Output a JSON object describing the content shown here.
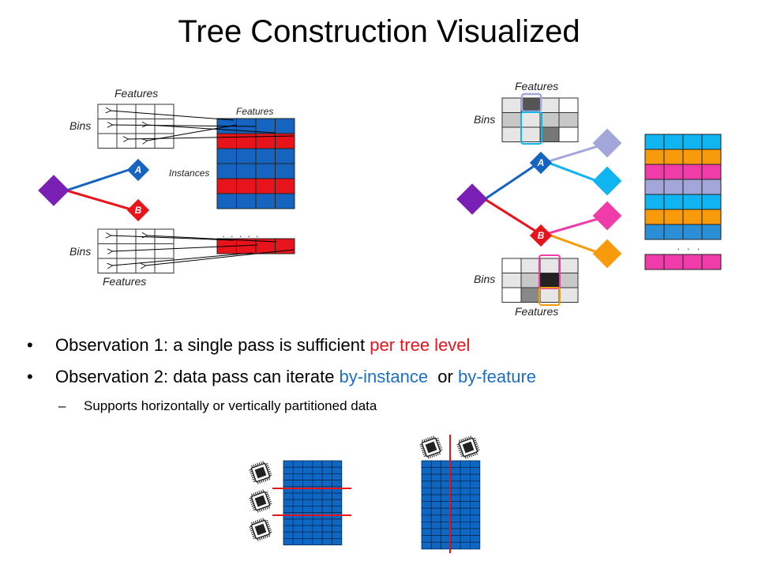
{
  "title": "Tree Construction Visualized",
  "left_diagram": {
    "features_top": "Features",
    "bins_top": "Bins",
    "features_matrix": "Features",
    "instances": "Instances",
    "node_a": "A",
    "node_b": "B",
    "bins_bottom": "Bins",
    "features_bottom": "Features",
    "ellipsis": ". . . . ."
  },
  "right_diagram": {
    "features_top": "Features",
    "bins_top": "Bins",
    "node_a": "A",
    "node_b": "B",
    "bins_bottom": "Bins",
    "features_bottom": "Features",
    "ellipsis": ". . ."
  },
  "bullets": [
    {
      "prefix": "Observation 1:  a single pass is sufficient ",
      "highlight": "per tree level",
      "suffix": ""
    },
    {
      "prefix": "Observation 2:  data pass can iterate ",
      "highlight": "by-instance",
      "middle": "  or ",
      "highlight2": "by-feature"
    }
  ],
  "sub_bullet": "Supports horizontally or vertically partitioned data",
  "colors": {
    "purple": "#7a1fb4",
    "blue": "#1565c0",
    "red": "#e8141c",
    "lavender": "#a2a6d8",
    "cyan": "#0fb4f0",
    "pink": "#f03ca8",
    "orange": "#f79a0c",
    "grid_blue": "#0e67c2"
  },
  "icons": [
    "processor-chip-icon"
  ]
}
